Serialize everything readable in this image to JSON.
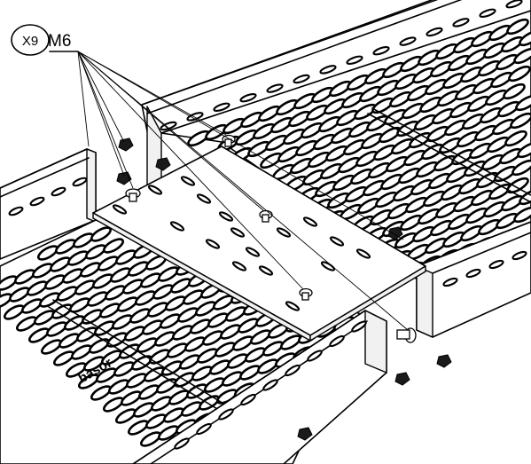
{
  "callout": {
    "quantity": "X9",
    "size": "M6"
  },
  "brand_mark": "basor",
  "colors": {
    "line": "#000000",
    "background": "#ffffff",
    "nut": "#1a1a1a"
  },
  "parts": [
    {
      "name": "left-cable-tray",
      "type": "perforated-cable-tray"
    },
    {
      "name": "right-cable-tray",
      "type": "perforated-cable-tray"
    },
    {
      "name": "joint-plate",
      "type": "coupling-plate"
    },
    {
      "name": "bolts",
      "type": "M6-bolt-with-nut",
      "count": "X9"
    }
  ]
}
